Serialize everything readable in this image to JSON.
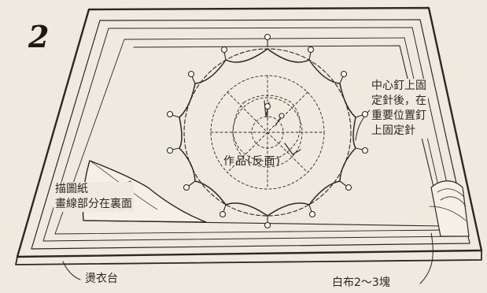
{
  "step_number": "2",
  "labels": {
    "pin_note": [
      "中心釘上固",
      "定針後，在",
      "重要位置釘",
      "上固定針"
    ],
    "tracing_paper": [
      "描圖紙",
      "畫線部分在裏面"
    ],
    "work_reverse": "作品(反面)",
    "ironing_board": "燙衣台",
    "white_cloth": "白布2～3塊"
  }
}
